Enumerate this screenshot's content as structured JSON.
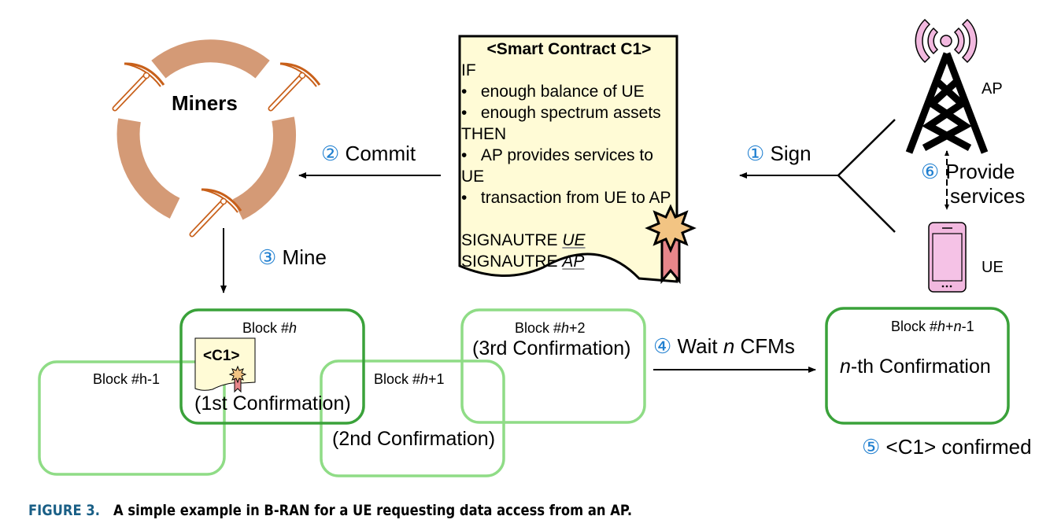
{
  "miners": {
    "label": "Miners"
  },
  "contract": {
    "title": "<Smart Contract C1>",
    "if_label": "IF",
    "if_items": [
      "enough balance of UE",
      "enough spectrum assets"
    ],
    "then_label": "THEN",
    "then_items": [
      "AP provides services to UE",
      "transaction from UE to AP"
    ],
    "signature_prefix": "SIGNAUTRE",
    "signatures": [
      "UE",
      "AP"
    ]
  },
  "nodes": {
    "ap": "AP",
    "ue": "UE"
  },
  "steps": {
    "s1": {
      "num": "①",
      "text": "Sign"
    },
    "s2": {
      "num": "②",
      "text": "Commit"
    },
    "s3": {
      "num": "③",
      "text": "Mine"
    },
    "s4": {
      "num": "④",
      "text_pre": "Wait ",
      "text_var": "n",
      "text_post": " CFMs"
    },
    "s5": {
      "num": "⑤",
      "text": "<C1> confirmed"
    },
    "s6": {
      "num": "⑥",
      "text_line1": "Provide",
      "text_line2": "services"
    }
  },
  "blocks": {
    "b_hm1": {
      "label": "Block #h-1"
    },
    "b_h": {
      "label_pre": "Block #",
      "label_var": "h",
      "label_post": "",
      "confirmation": "(1st Confirmation)",
      "contract_tag": "<C1>"
    },
    "b_h1": {
      "label_pre": "Block #",
      "label_var": "h",
      "label_post": "+1",
      "confirmation": "(2nd Confirmation)"
    },
    "b_h2": {
      "label_pre": "Block #",
      "label_var": "h",
      "label_post": "+2",
      "confirmation": "(3rd Confirmation)"
    },
    "b_hn": {
      "label_pre": "Block #",
      "label_var1": "h",
      "label_mid": "+",
      "label_var2": "n",
      "label_post": "-1",
      "confirmation_var": "n",
      "confirmation_post": "-th Confirmation"
    }
  },
  "colors": {
    "miner_ring": "#d49a76",
    "pickaxe": "#c8601a",
    "contract_fill": "#fffbd6",
    "seal_fill": "#f2c483",
    "ribbon_fill": "#e8868a",
    "antenna_pink": "#f2b8df",
    "block_light": "#8fdc86",
    "block_dark": "#3aa23a",
    "step_blue": "#1f7fd0",
    "caption_blue": "#1a5f86"
  },
  "caption": {
    "figure": "FIGURE 3.",
    "text": "A simple example in B-RAN for a UE requesting data access from an AP."
  }
}
